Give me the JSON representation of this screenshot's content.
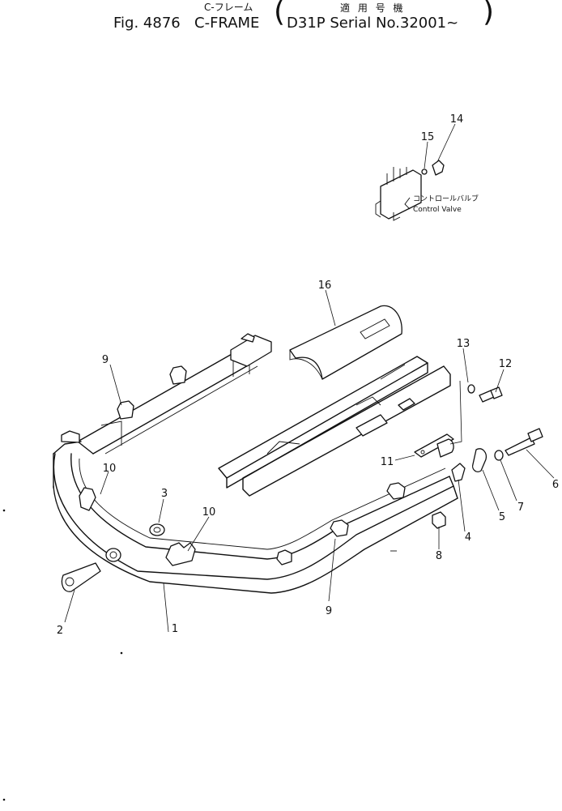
{
  "header": {
    "figure_label": "Fig. 4876",
    "name_japanese": "C-フレーム",
    "name_english": "C-FRAME",
    "applicability_japanese": "適 用 号 機",
    "model_and_serial": "D31P   Serial No.32001~",
    "open_paren": "(",
    "close_paren": ")"
  },
  "callouts": [
    "1",
    "2",
    "3",
    "4",
    "5",
    "6",
    "7",
    "8",
    "9",
    "9",
    "10",
    "10",
    "11",
    "12",
    "13",
    "14",
    "15",
    "16"
  ],
  "annotations": {
    "control_valve_japanese": "コントロールバルブ",
    "control_valve_english": "Control Valve"
  }
}
